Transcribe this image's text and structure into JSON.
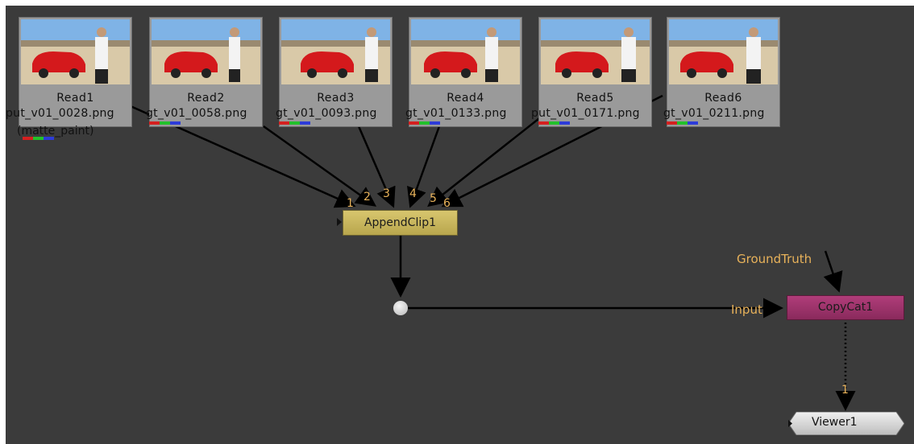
{
  "nodes": {
    "reads": [
      {
        "label": "Read1",
        "file": "put_v01_0028.png",
        "sub": "(matte_paint)"
      },
      {
        "label": "Read2",
        "file": "gt_v01_0058.png"
      },
      {
        "label": "Read3",
        "file": "gt_v01_0093.png"
      },
      {
        "label": "Read4",
        "file": "gt_v01_0133.png"
      },
      {
        "label": "Read5",
        "file": "put_v01_0171.png"
      },
      {
        "label": "Read6",
        "file": "gt_v01_0211.png"
      }
    ],
    "append": {
      "label": "AppendClip1",
      "inputs": [
        "1",
        "2",
        "3",
        "4",
        "5",
        "6"
      ]
    },
    "copycat": {
      "label": "CopyCat1",
      "input_label": "Input",
      "groundtruth_label": "GroundTruth"
    },
    "viewer": {
      "label": "Viewer1",
      "input_num": "1"
    }
  },
  "colors": {
    "background": "#3b3b3b",
    "append": "#c9b75c",
    "copycat": "#9c3369",
    "viewer": "#d9d9d9",
    "pipe_label": "#e8b25a"
  },
  "icons": [
    "channel-rgb-indicator",
    "node-input-arrow",
    "dot-node"
  ]
}
